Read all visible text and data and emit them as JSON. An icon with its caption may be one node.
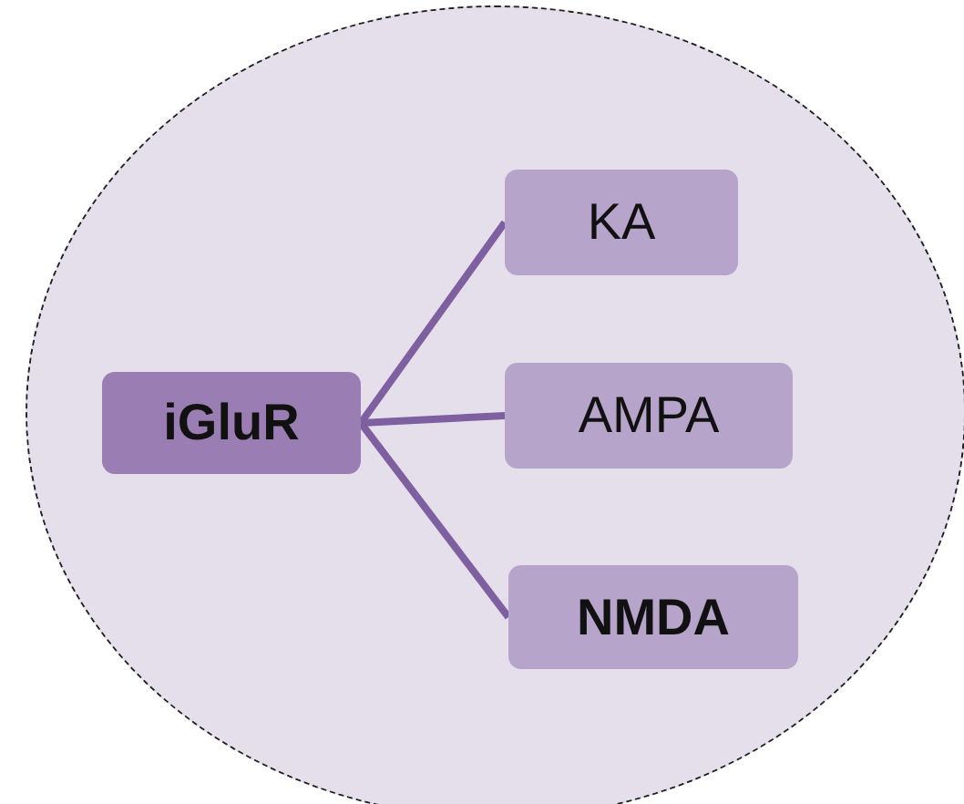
{
  "diagram": {
    "nodes": [
      {
        "text": [],
        "shape": "circle"
      },
      {
        "text": [
          "iGluR"
        ],
        "in": 0
      },
      {
        "text": [
          "KA"
        ],
        "in": 0
      },
      {
        "text": [
          "AMPA"
        ],
        "in": 0
      },
      {
        "text": [
          "NMDA"
        ],
        "in": 0
      }
    ],
    "edges": [
      {
        "from": 1,
        "to": 2,
        "arrow": "none"
      },
      {
        "from": 1,
        "to": 3,
        "arrow": "none"
      },
      {
        "from": 1,
        "to": 4,
        "arrow": "none"
      }
    ]
  }
}
